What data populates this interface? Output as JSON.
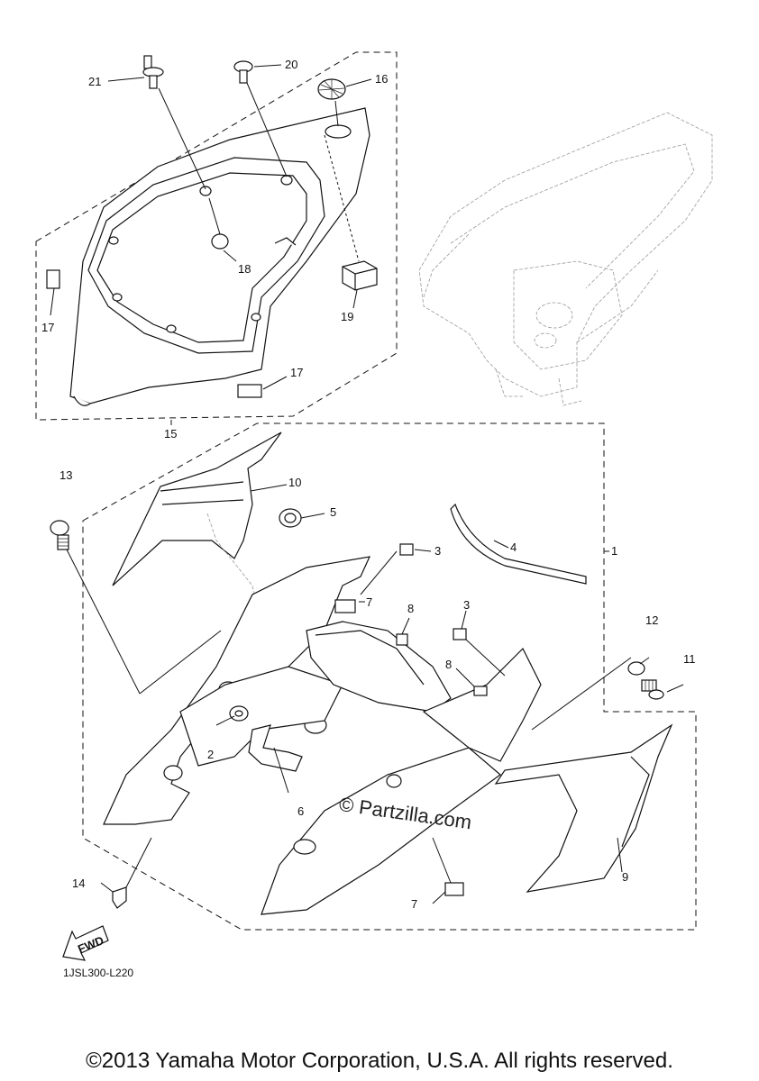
{
  "diagram": {
    "code": "1JSL300-L220",
    "copyright": "©2013 Yamaha Motor Corporation, U.S.A. All rights reserved.",
    "watermark": "© Partzilla.com",
    "fwd_label": "FWD",
    "callouts": {
      "p1": "1",
      "p2": "2",
      "p3a": "3",
      "p3b": "3",
      "p4": "4",
      "p5": "5",
      "p6": "6",
      "p7a": "7",
      "p7b": "7",
      "p8a": "8",
      "p8b": "8",
      "p9": "9",
      "p10": "10",
      "p11": "11",
      "p12": "12",
      "p13": "13",
      "p14": "14",
      "p15": "15",
      "p16": "16",
      "p17a": "17",
      "p17b": "17",
      "p18": "18",
      "p19": "19",
      "p20": "20",
      "p21": "21"
    }
  }
}
